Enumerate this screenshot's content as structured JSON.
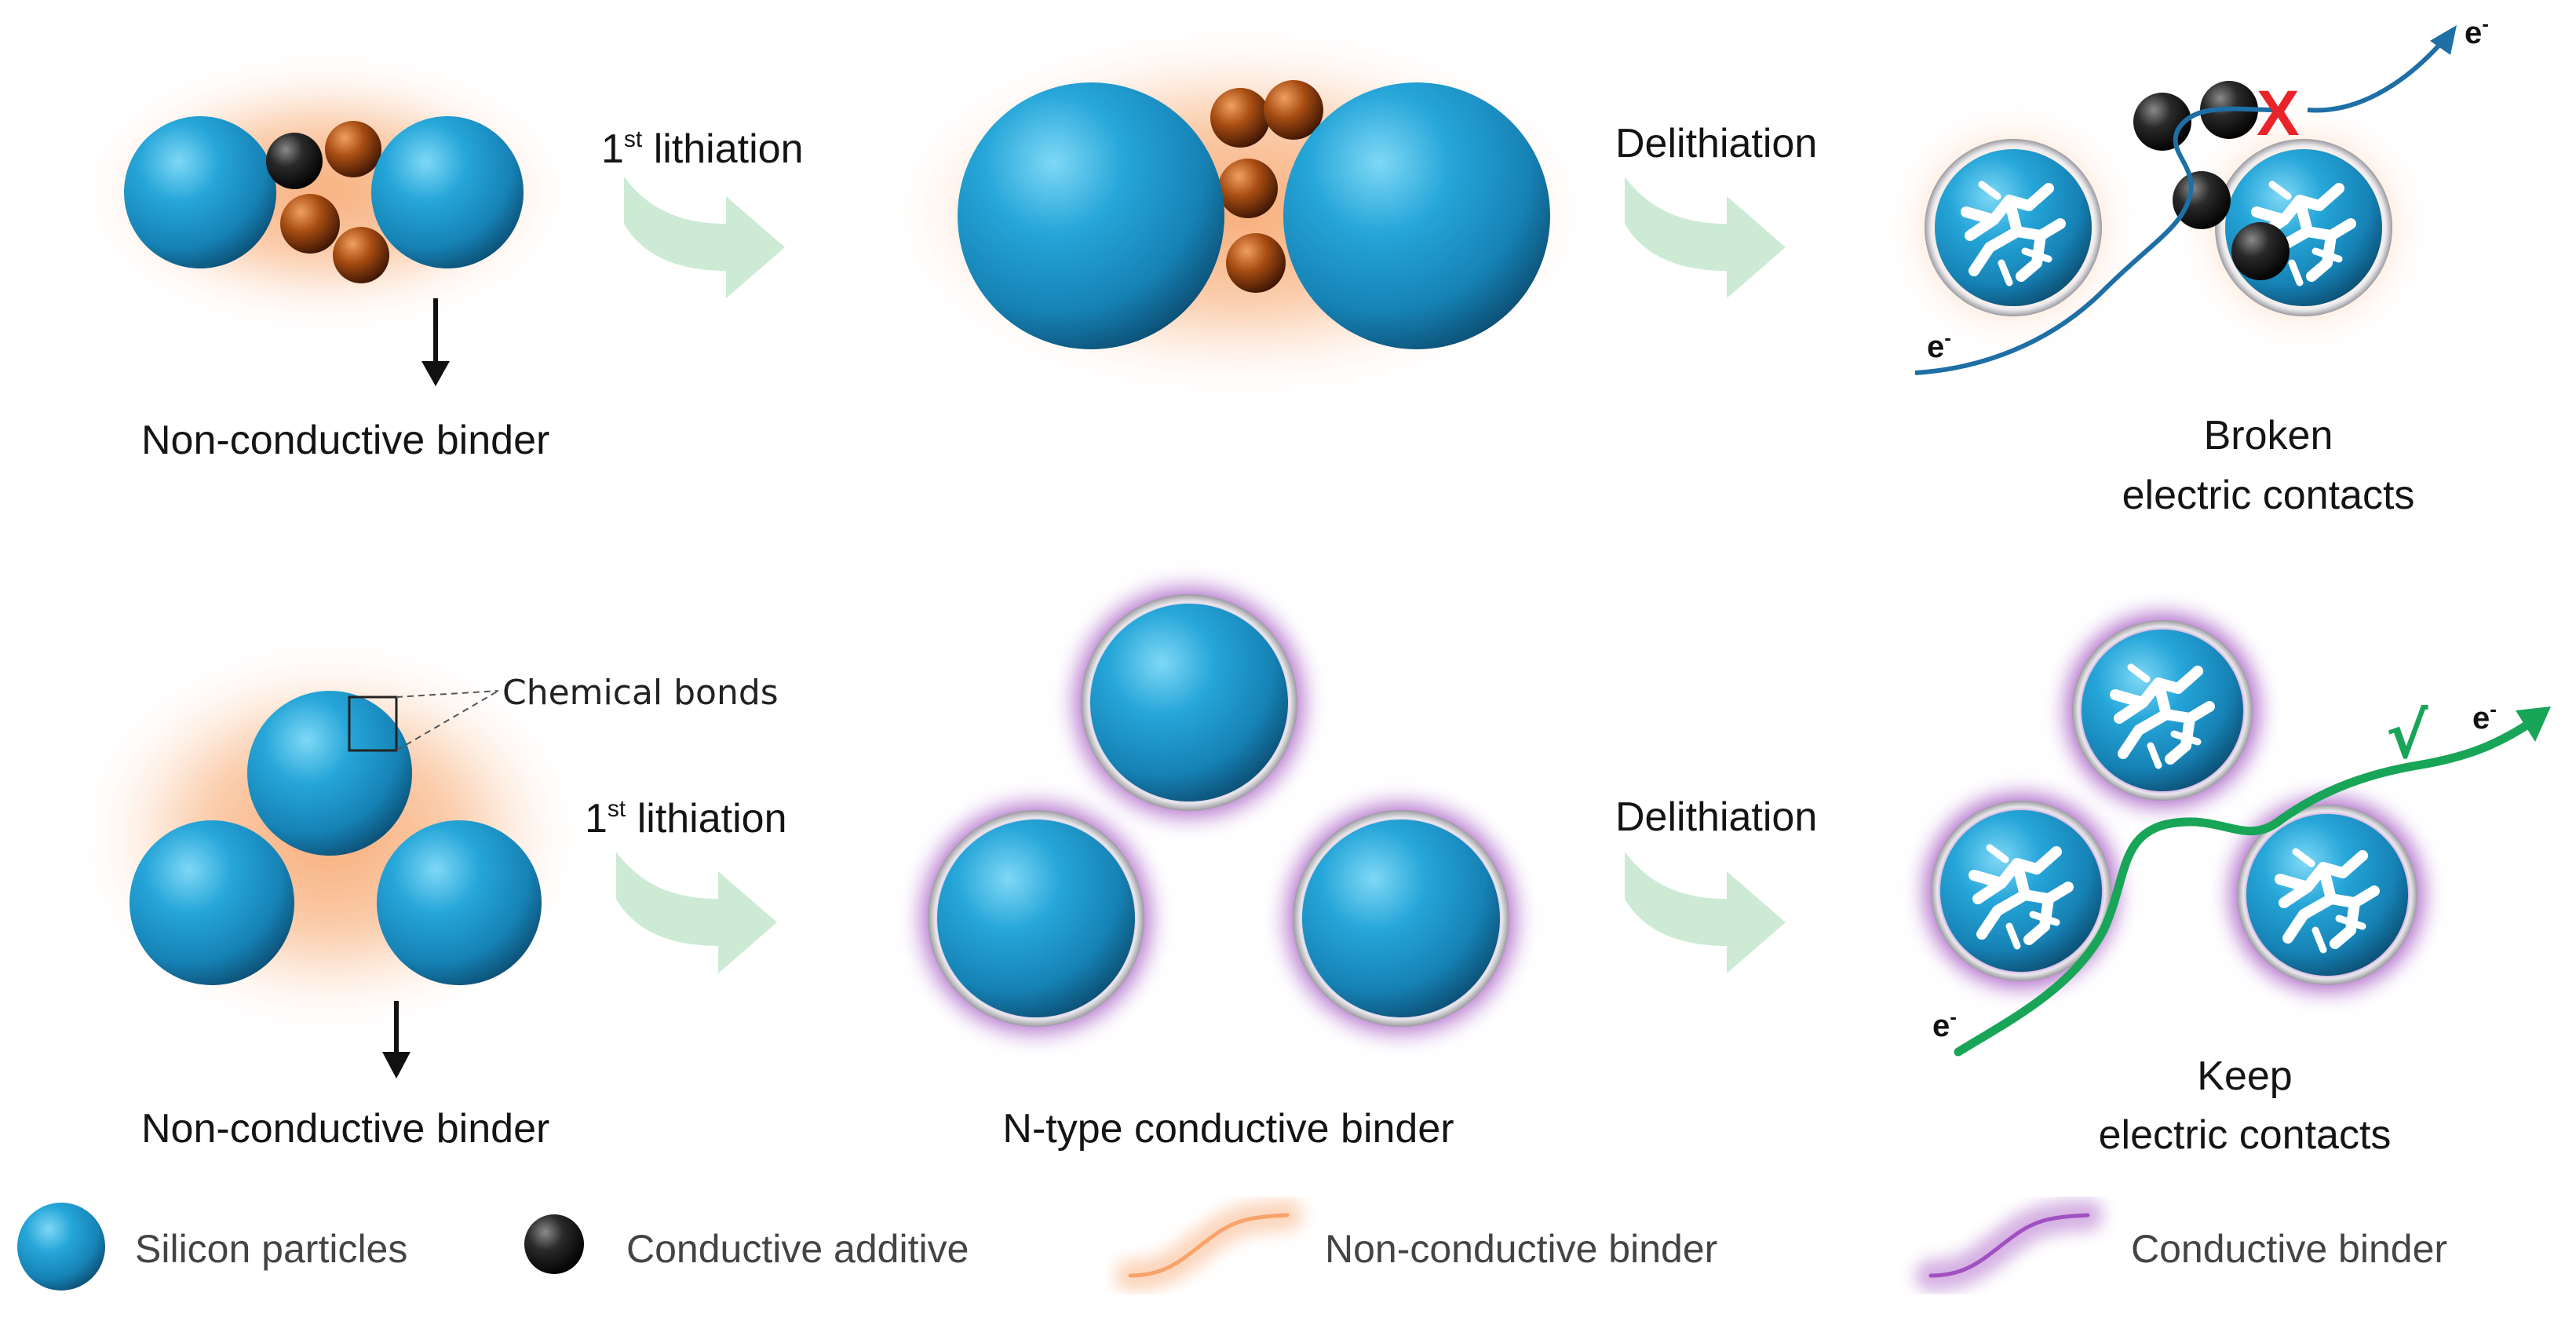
{
  "colors": {
    "silicon": "#1a8fc4",
    "non_conductive_binder": "#f7a36a",
    "conductive_binder": "#a050c0",
    "conductive_additive": "#7a3608",
    "process_arrow": "#cdebd4",
    "electron_path_broken": "#1d6fa5",
    "electron_path_kept": "#18a558",
    "break_mark": "#e8242a",
    "check_mark": "#18a558"
  },
  "top_row": {
    "label_binder": "Non-conductive binder",
    "step1_main": "1",
    "step1_sup": "st",
    "step1_rest": " lithiation",
    "step2": "Delithiation",
    "result_line1": "Broken",
    "result_line2": "electric contacts",
    "electron_in": "e",
    "electron_out": "e",
    "electron_sup": "-",
    "break_symbol": "X"
  },
  "bottom_row": {
    "label_bonds": "Chemical bonds",
    "label_binder": "Non-conductive binder",
    "step1_main": "1",
    "step1_sup": "st",
    "step1_rest": " lithiation",
    "label_ntype": "N-type conductive binder",
    "step2": "Delithiation",
    "result_line1": "Keep",
    "result_line2": "electric contacts",
    "electron_in": "e",
    "electron_out": "e",
    "electron_sup": "-",
    "check_symbol": "√"
  },
  "legend": {
    "silicon": "Silicon particles",
    "additive": "Conductive additive",
    "non_conductive": "Non-conductive binder",
    "conductive": "Conductive binder"
  }
}
